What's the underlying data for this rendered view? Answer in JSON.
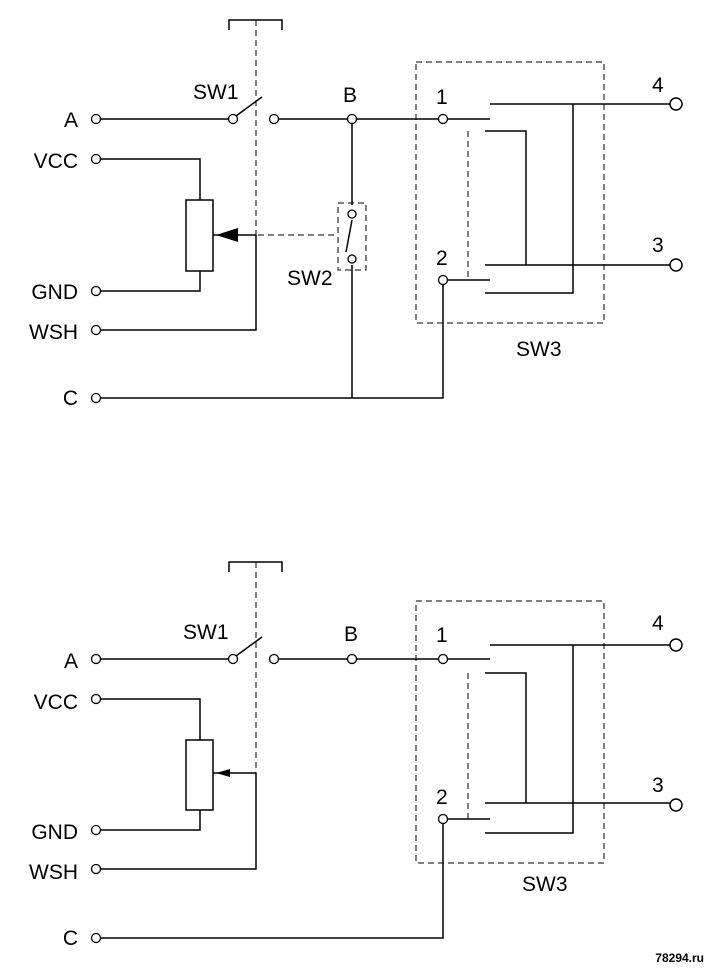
{
  "top_circuit": {
    "labels": {
      "a": "A",
      "vcc": "VCC",
      "gnd": "GND",
      "wsh": "WSH",
      "c": "C",
      "sw1": "SW1",
      "sw2": "SW2",
      "sw3": "SW3",
      "b": "B",
      "n1": "1",
      "n2": "2",
      "n3": "3",
      "n4": "4"
    }
  },
  "bottom_circuit": {
    "labels": {
      "a": "A",
      "vcc": "VCC",
      "gnd": "GND",
      "wsh": "WSH",
      "c": "C",
      "sw1": "SW1",
      "sw3": "SW3",
      "b": "B",
      "n1": "1",
      "n2": "2",
      "n3": "3",
      "n4": "4"
    }
  },
  "watermark": "78294.ru"
}
